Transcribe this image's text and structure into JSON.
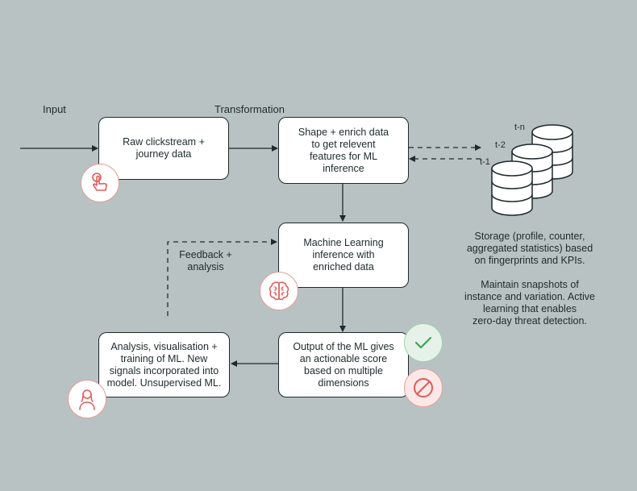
{
  "labels": {
    "input": "Input",
    "transformation": "Transformation",
    "feedback": "Feedback +\nanalysis"
  },
  "boxes": {
    "raw": "Raw clickstream +\njourney data",
    "shape": "Shape + enrich data\nto get relevent\nfeatures for ML\ninference",
    "ml": "Machine Learning\ninference with\nenriched data",
    "output": "Output of the ML gives\nan actionable score\nbased on multiple\ndimensions",
    "analysis": "Analysis, visualisation +\ntraining of ML. New\nsignals incorporated into\nmodel. Unsupervised ML."
  },
  "storage": {
    "t_labels": [
      "t-n",
      "t-2",
      "t-1"
    ],
    "note1": "Storage (profile, counter,\naggregated statistics) based\non fingerprints and KPIs.",
    "note2": "Maintain snapshots of\ninstance and variation. Active\nlearning that enables\nzero-day threat detection."
  },
  "icons": {
    "touch": "touch-hand-icon",
    "brain": "brain-icon",
    "user": "user-icon",
    "check": "check-icon",
    "block": "block-icon",
    "database": "database-icon"
  },
  "colors": {
    "background": "#b9c2c3",
    "line": "#1f2a2c",
    "icon_red": "#e05a5a",
    "check_green": "#3aa655"
  }
}
